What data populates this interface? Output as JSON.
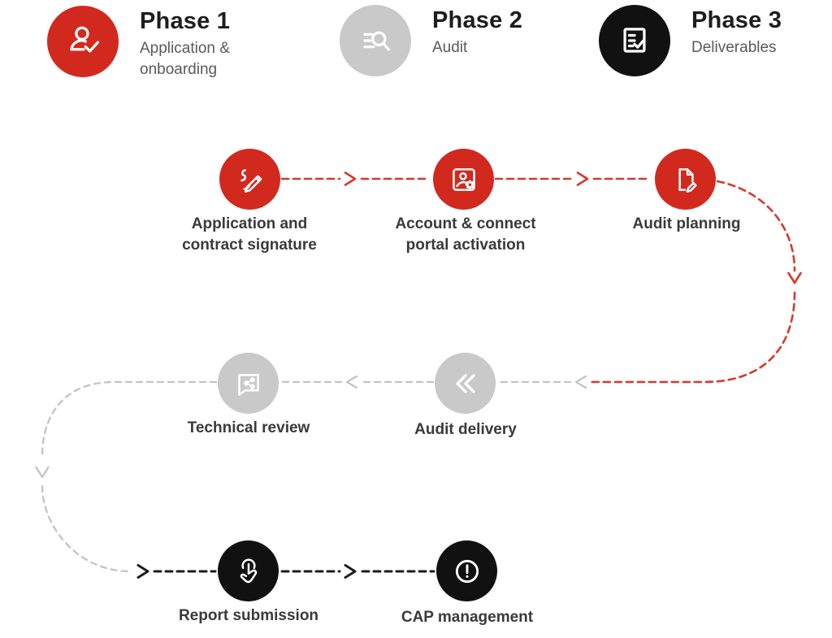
{
  "title": "Audit process phases diagram",
  "colors": {
    "accent_red": "#d2291f",
    "neutral_gray": "#c9c9c9",
    "black": "#111111",
    "red_dash": "#d8382c",
    "gray_dash": "#c3c3c3",
    "black_dash": "#1c1c1c",
    "heading_text": "#1d1d1d",
    "subtitle_text": "#5a5a5a",
    "label_text": "#3a3a3a",
    "background": "#ffffff"
  },
  "phases": [
    {
      "title": "Phase 1",
      "subtitle": "Application & onboarding",
      "icon": "person-check-icon",
      "color": "#d2291f"
    },
    {
      "title": "Phase 2",
      "subtitle": "Audit",
      "icon": "search-list-icon",
      "color": "#c9c9c9"
    },
    {
      "title": "Phase 3",
      "subtitle": "Deliverables",
      "icon": "checklist-icon",
      "color": "#111111"
    }
  ],
  "steps": [
    {
      "label": "Application and contract signature",
      "icon": "signature-pen-icon",
      "phase": "Phase 1",
      "color": "#d2291f"
    },
    {
      "label": "Account & connect portal activation",
      "icon": "account-gear-icon",
      "phase": "Phase 1",
      "color": "#d2291f"
    },
    {
      "label": "Audit planning",
      "icon": "document-edit-icon",
      "phase": "Phase 1",
      "color": "#d2291f"
    },
    {
      "label": "Audit delivery",
      "icon": "double-chevron-left-icon",
      "phase": "Phase 2",
      "color": "#c9c9c9"
    },
    {
      "label": "Technical review",
      "icon": "comment-share-icon",
      "phase": "Phase 2",
      "color": "#c9c9c9"
    },
    {
      "label": "Report submission",
      "icon": "tap-finger-icon",
      "phase": "Phase 3",
      "color": "#111111"
    },
    {
      "label": "CAP management",
      "icon": "alert-circle-icon",
      "phase": "Phase 3",
      "color": "#111111"
    }
  ]
}
